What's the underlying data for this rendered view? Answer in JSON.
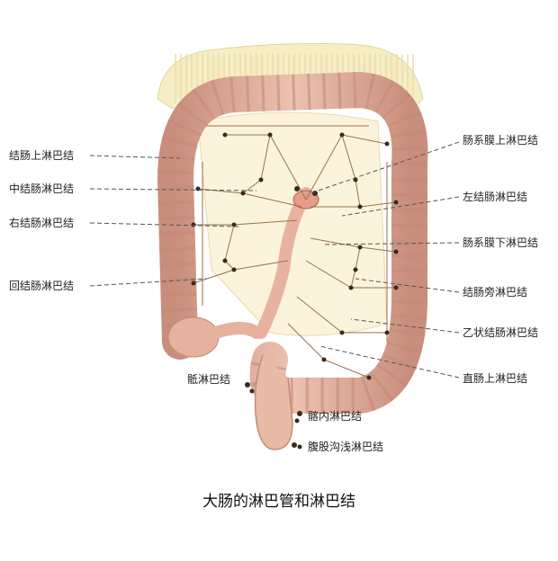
{
  "title": "大肠的淋巴管和淋巴结",
  "labels_left": [
    "结肠上淋巴结",
    "中结肠淋巴结",
    "右结肠淋巴结",
    "回结肠淋巴结"
  ],
  "labels_right": [
    "肠系膜上淋巴结",
    "左结肠淋巴结",
    "肠系膜下淋巴结",
    "结肠旁淋巴结",
    "乙状结肠淋巴结",
    "直肠上淋巴结"
  ],
  "labels_bottom": [
    "骶淋巴结",
    "髂内淋巴结",
    "腹股沟浅淋巴结"
  ],
  "colors": {
    "intestine": "#e6b7a4",
    "intestine_shadow": "#c98e7c",
    "mesentery": "#fbf3dc",
    "omentum": "#f6edc4",
    "vessel": "#9a7048",
    "node": "#3a2a1e",
    "leader": "#555555"
  }
}
